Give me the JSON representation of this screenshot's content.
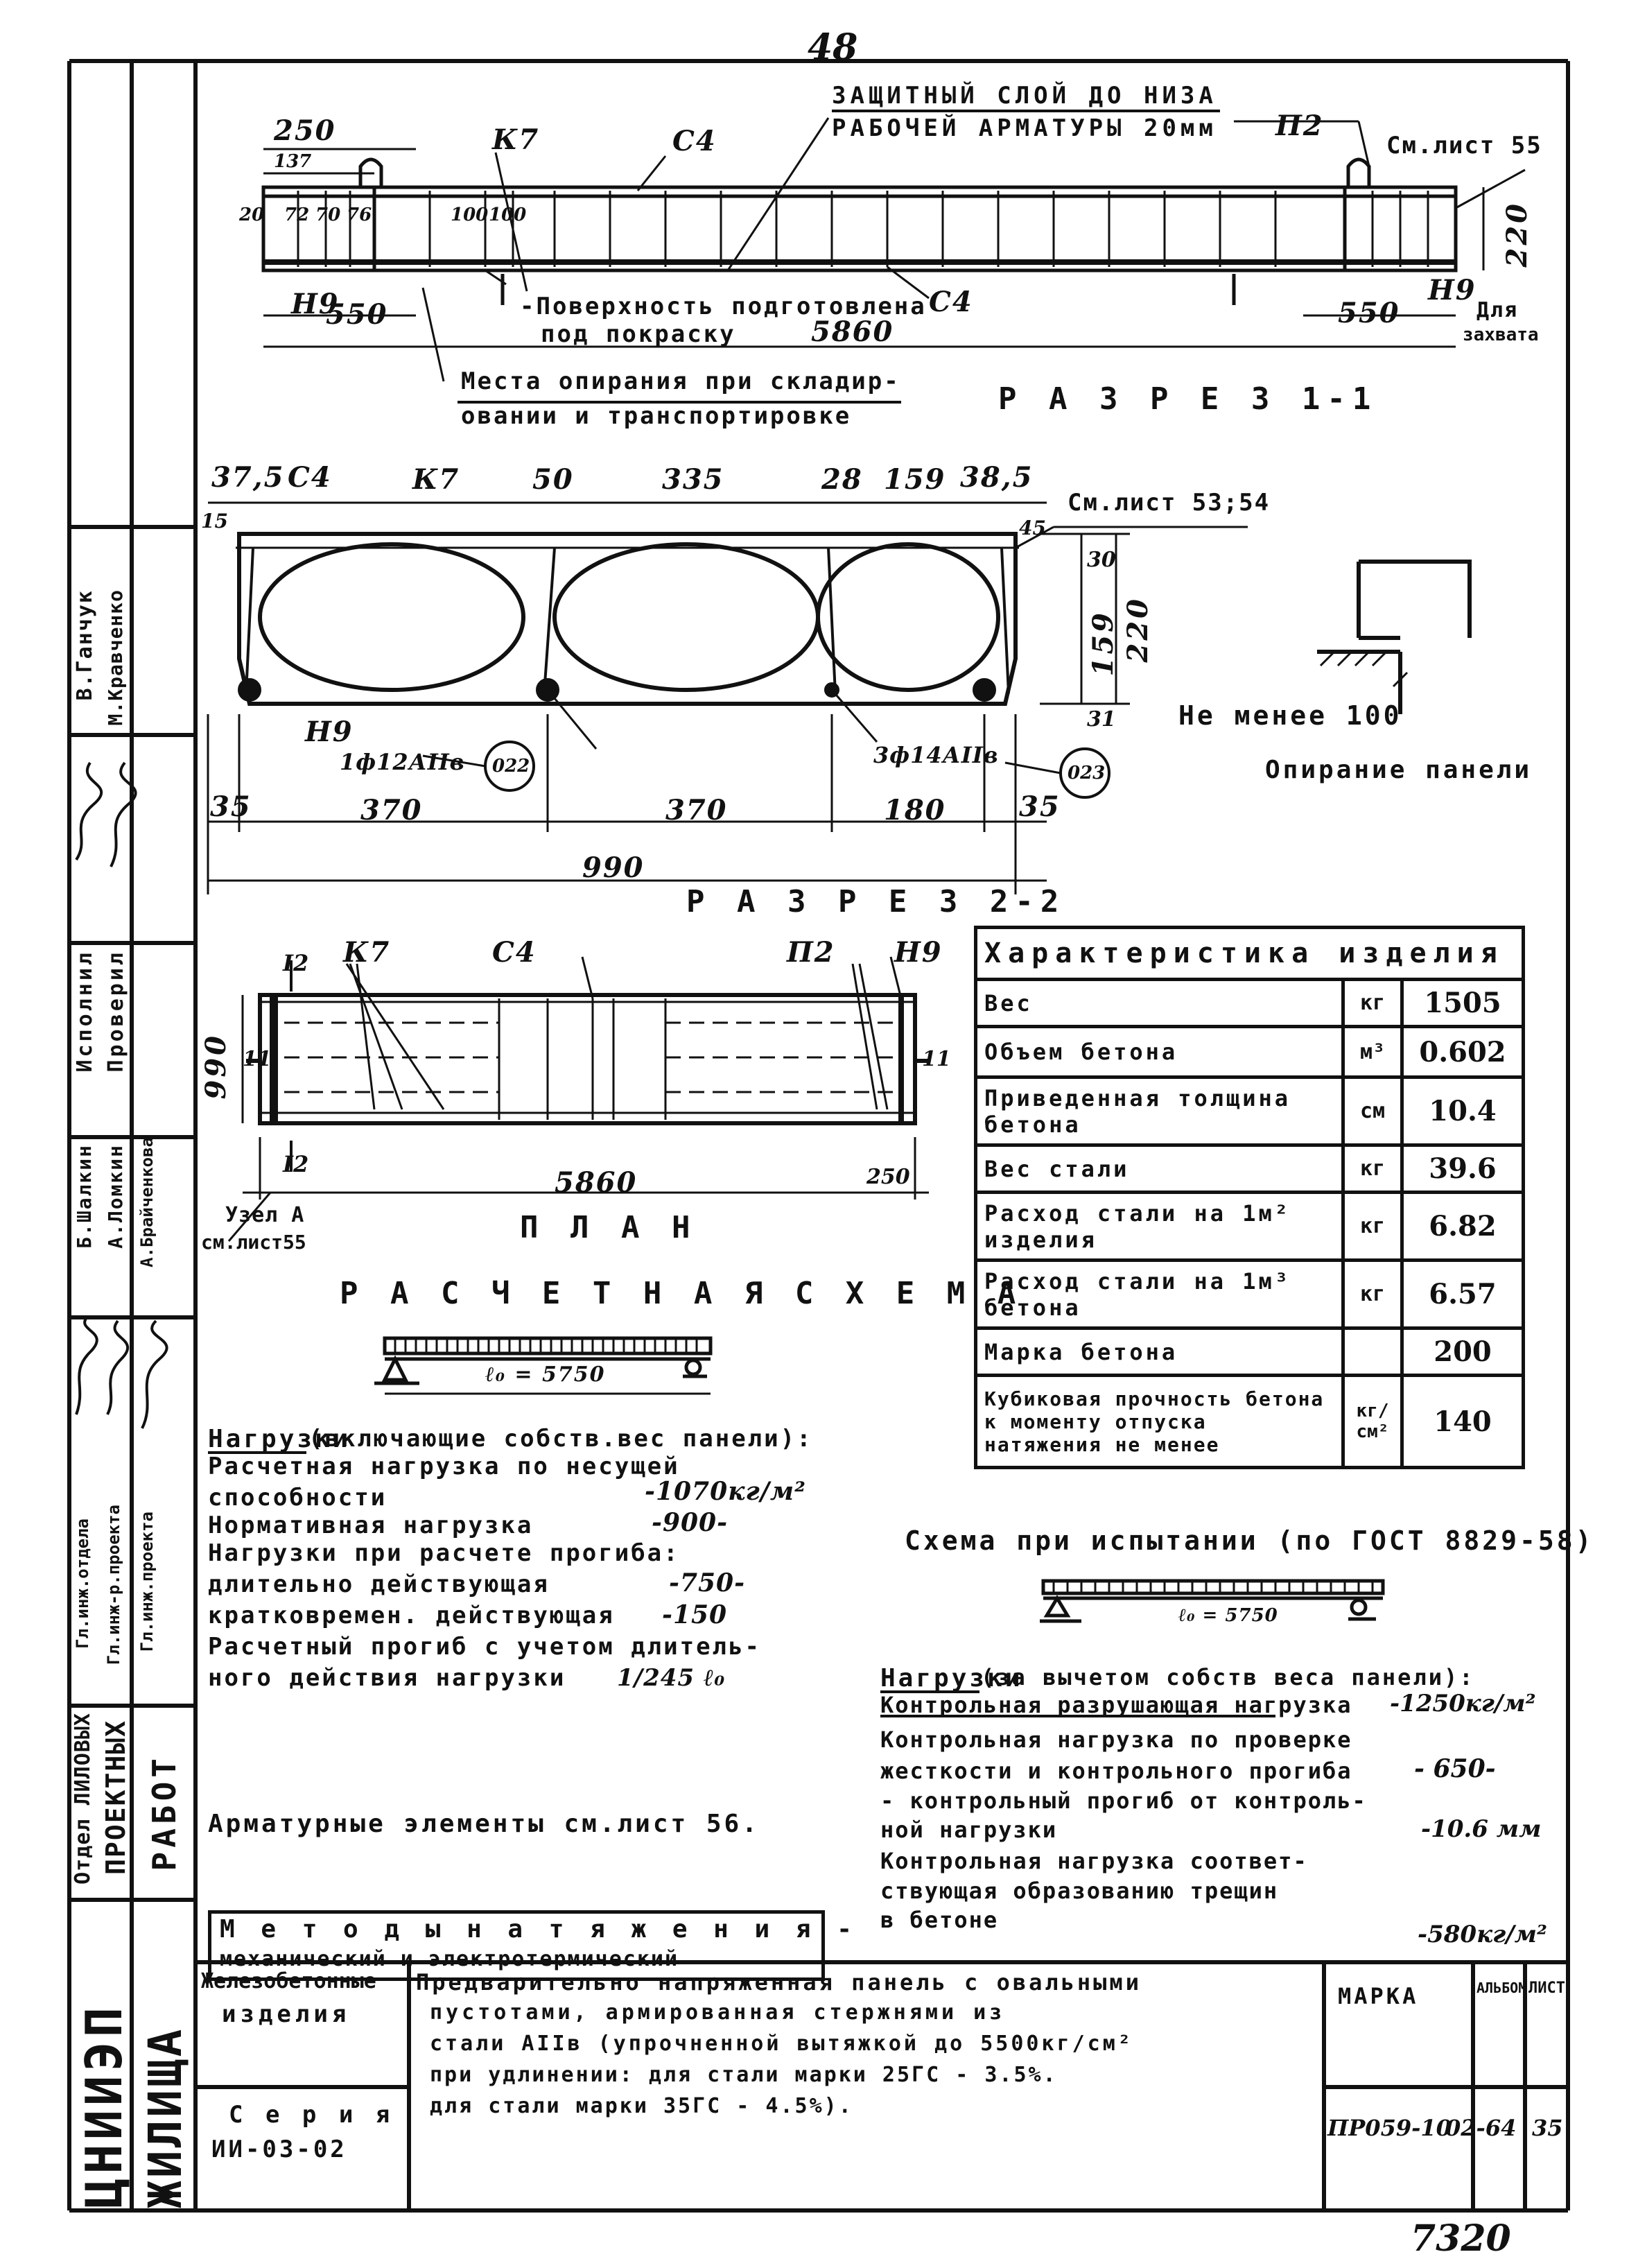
{
  "page_number": "48",
  "sheet_number": "7320",
  "section_1": {
    "title": "Р А З Р Е З 1-1",
    "protective_layer_1": "ЗАЩИТНЫЙ СЛОЙ ДО НИЗА",
    "protective_layer_2": "РАБОЧЕЙ АРМАТУРЫ 20мм",
    "surface_1": "-Поверхность подготовлена",
    "surface_2": "под покраску",
    "support_1": "Места опирания при складир-",
    "support_2": "овании и транспортировке",
    "see_sheet": "См.лист 55",
    "for_grab_1": "Для",
    "for_grab_2": "захвата",
    "dims": {
      "d250": "250",
      "d137": "137",
      "d20": "20",
      "d72": "72",
      "d70": "70",
      "d76": "76",
      "d100a": "100",
      "d100b": "100",
      "d550a": "550",
      "d550b": "550",
      "d5860": "5860",
      "d220": "220"
    },
    "marks": {
      "k7": "К7",
      "s4a": "С4",
      "s4b": "С4",
      "p2": "П2",
      "n9a": "Н9",
      "n9b": "Н9"
    }
  },
  "section_2": {
    "title": "Р А З Р Е З 2-2",
    "see_sheet": "См.лист 53;54",
    "top_dims": {
      "d37": "37,5",
      "s4": "С4",
      "k7": "К7",
      "d50": "50",
      "d335": "335",
      "d28": "28",
      "d159": "159",
      "d385": "38,5"
    },
    "left_15": "15",
    "right_45": "45",
    "right_dims": {
      "d30": "30",
      "d159": "159",
      "d220": "220",
      "d31": "31"
    },
    "n9": "Н9",
    "bar_left": "1ф12АIIв",
    "bar_left_code": "022",
    "bar_right": "3ф14АIIв",
    "bar_right_code": "023",
    "bottom_dims": {
      "a": "35",
      "b": "370",
      "c": "370",
      "d": "180",
      "e": "35"
    },
    "total": "990"
  },
  "support_detail": {
    "not_less": "Не менее 100",
    "caption": "Опирание панели"
  },
  "plan": {
    "title": "П Л А Н",
    "marks": {
      "k7": "К7",
      "s4": "С4",
      "p2": "П2",
      "n9": "Н9",
      "i2a": "I2",
      "i2b": "I2",
      "m1a": "11",
      "m1b": "11"
    },
    "d990": "990",
    "d5860": "5860",
    "d250": "250",
    "node": "Узел А",
    "see_sheet": "см.лист55"
  },
  "characteristics": {
    "title": "Характеристика изделия",
    "rows": [
      {
        "name": "Вес",
        "unit": "кг",
        "value": "1505"
      },
      {
        "name": "Объем бетона",
        "unit": "м³",
        "value": "0.602"
      },
      {
        "name": "Приведенная толщина бетона",
        "unit": "см",
        "value": "10.4"
      },
      {
        "name": "Вес стали",
        "unit": "кг",
        "value": "39.6"
      },
      {
        "name": "Расход стали на 1м² изделия",
        "unit": "кг",
        "value": "6.82"
      },
      {
        "name": "Расход стали на 1м³ бетона",
        "unit": "кг",
        "value": "6.57"
      },
      {
        "name": "Марка бетона",
        "unit": "",
        "value": "200"
      },
      {
        "name": "Кубиковая прочность бетона к моменту отпуска натяжения не менее",
        "unit": "кг/см²",
        "value": "140"
      }
    ]
  },
  "calc_scheme": {
    "title": "Р А С Ч Е Т Н А Я   С Х Е М А",
    "span": "ℓ₀ = 5750",
    "loads_heading": "Нагрузки",
    "loads_heading_rest": "(включающие собств.вес панели):",
    "lines": [
      "Расчетная нагрузка по несущей",
      "  способности",
      "Нормативная нагрузка",
      "Нагрузки при расчете прогиба:",
      "  длительно действующая",
      "  кратковремен. действующая",
      "Расчетный прогиб с учетом  длитель-",
      "  ного действия нагрузки"
    ],
    "values": [
      "-1070кг/м²",
      "-900-",
      "-750-",
      "-150",
      "1/245 ℓ₀"
    ]
  },
  "test_scheme": {
    "title": "Схема при испытании (по ГОСТ 8829-58)",
    "span": "ℓ₀ = 5750",
    "loads_heading": "Нагрузки",
    "loads_heading_rest": "(за вычетом собств веса панели):",
    "lines": [
      "Контрольная разрушающая нагрузка",
      "Контрольная нагрузка по проверке",
      "  жесткости и контрольного прогиба",
      "- контрольный прогиб от контроль-",
      "  ной нагрузки",
      "Контрольная нагрузка соответ-",
      "  ствующая образованию трещин",
      "  в бетоне"
    ],
    "values": [
      "-1250кг/м²",
      "- 650-",
      "-10.6 мм",
      "-580кг/м²"
    ]
  },
  "armature_note": "Арматурные элементы см.лист 56.",
  "tension_methods": {
    "line1": "М е т о д ы   н а т я ж е н и я -",
    "line2": "механический и электротермический"
  },
  "title_block": {
    "category_1": "Железобетонные",
    "category_2": "изделия",
    "series_label": "С е р и я",
    "series": "ИИ-03-02",
    "description": [
      "Предварительно напряженная панель с овальными",
      "пустотами, армированная стержнями из",
      "стали  АIIв (упрочненной вытяжкой до 5500кг/см²",
      "при удлинении: для стали марки 25ГС - 3.5%.",
      "                для стали марки 35ГС - 4.5%)."
    ],
    "mark_label": "МАРКА",
    "album_label": "АЛЬБОМ",
    "sheet_label": "ЛИСТ",
    "mark": "ПР059-10",
    "album": "02-64",
    "sheet": "35"
  },
  "side_stamp": {
    "org_1": "ЦНИИЭП",
    "org_2": "ЖИЛИЩА",
    "dept_1": "Отдел ЛИЛОВЫХ",
    "dept_2": "ПРОЕКТНЫХ",
    "dept_3": "РАБОТ",
    "roles": [
      "Гл.инж.отдела",
      "Гл.инж-р.проекта",
      "Гл.инж.проекта",
      "Исполнил",
      "Проверил"
    ],
    "names": [
      "Б.Шалкин",
      "А.Ломкин",
      "А.Брайченкова",
      "В.Ганчук",
      "М.Кравченко"
    ]
  }
}
